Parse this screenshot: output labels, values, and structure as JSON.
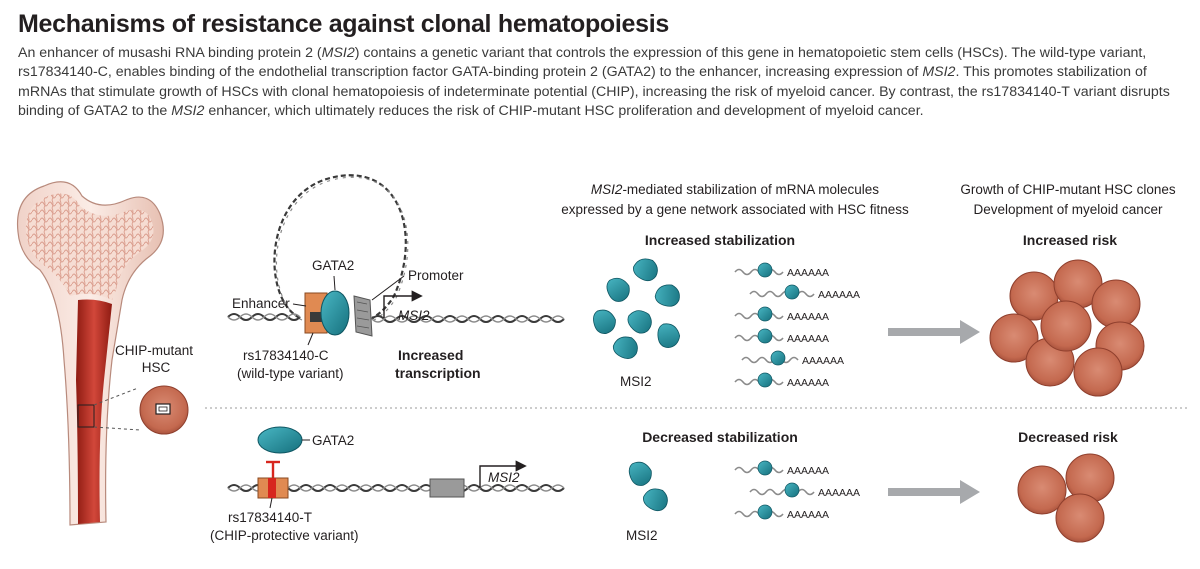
{
  "title": "Mechanisms of resistance against clonal hematopoiesis",
  "caption": {
    "s1": "An enhancer of musashi RNA binding protein 2 (",
    "msi2": "MSI2",
    "s2": ") contains a genetic variant that controls the expression of this gene in hematopoietic stem cells (HSCs). The wild-type variant, rs17834140-C, enables binding of the endothelial transcription factor GATA-binding protein 2 (GATA2) to the enhancer, increasing expression of ",
    "s3": ". This promotes stabilization of mRNAs that stimulate growth of HSCs with clonal hematopoiesis of indeterminate potential (CHIP), increasing the risk of myeloid cancer. By contrast, the rs17834140-T variant disrupts binding of GATA2 to the ",
    "s4": " enhancer, which ultimately reduces the risk of CHIP-mutant HSC proliferation and development of myeloid cancer."
  },
  "bone": {
    "hsc_label_1": "CHIP-mutant",
    "hsc_label_2": "HSC"
  },
  "headers": {
    "mid_1_italic": "MSI2",
    "mid_1_rest": "-mediated stabilization of mRNA molecules",
    "mid_2": "expressed by a gene network associated with HSC fitness",
    "right_1": "Growth of CHIP-mutant HSC clones",
    "right_2": "Development of myeloid cancer"
  },
  "top": {
    "gata2": "GATA2",
    "promoter": "Promoter",
    "enhancer": "Enhancer",
    "gene": "MSI2",
    "variant_1": "rs17834140-C",
    "variant_2": "(wild-type variant)",
    "transcription_1": "Increased",
    "transcription_2": "transcription",
    "stabilization": "Increased stabilization",
    "msi2_label": "MSI2",
    "poly_a": "AAAAAA",
    "risk": "Increased risk"
  },
  "bottom": {
    "gata2": "GATA2",
    "gene": "MSI2",
    "variant_1": "rs17834140-T",
    "variant_2": "(CHIP-protective variant)",
    "stabilization": "Decreased stabilization",
    "msi2_label": "MSI2",
    "poly_a": "AAAAAA",
    "risk": "Decreased risk"
  },
  "colors": {
    "protein": "#1f8fa0",
    "enhancer": "#e08a52",
    "cell": "#c7705d",
    "bone_red": "#c0392b",
    "arrow_gray": "#a7a9ac",
    "inhibit_red": "#d7261e"
  }
}
